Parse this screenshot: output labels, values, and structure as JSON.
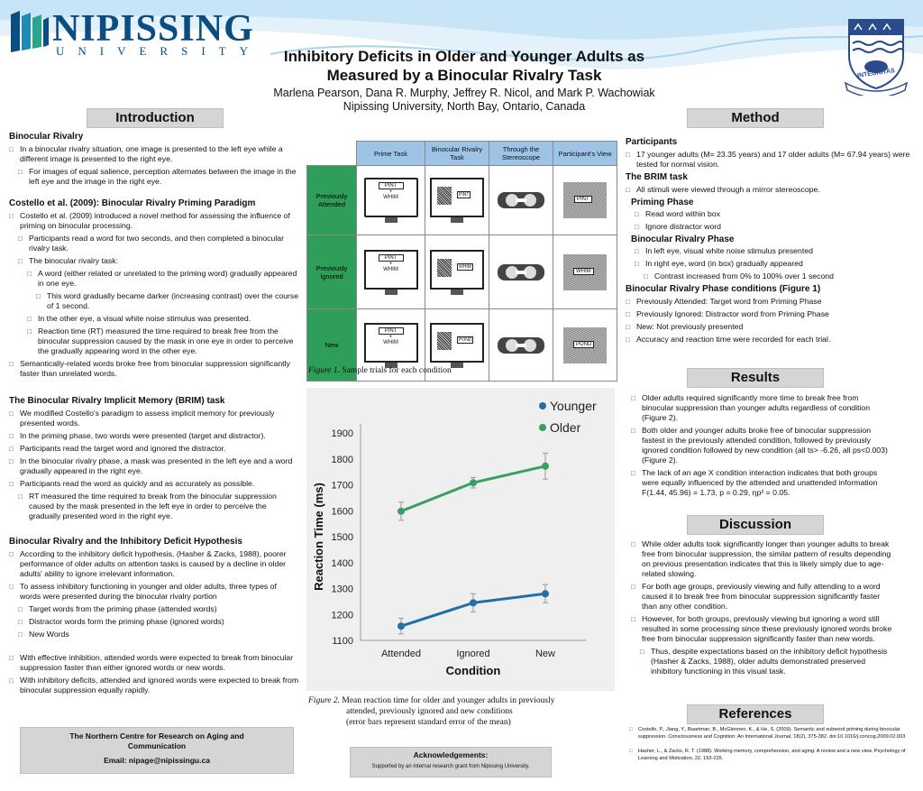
{
  "header": {
    "logo_name": "NIPISSING",
    "logo_sub": "UNIVERSITY",
    "title_line1": "Inhibitory Deficits in Older and Younger Adults as",
    "title_line2": "Measured by a Binocular Rivalry Task",
    "authors": "Marlena Pearson, Dana R. Murphy, Jeffrey R. Nicol, and Mark P. Wachowiak",
    "affiliation": "Nipissing University, North Bay, Ontario, Canada",
    "crest_motto": "INTEGRITAS"
  },
  "sections": {
    "introduction": "Introduction",
    "method": "Method",
    "results": "Results",
    "discussion": "Discussion",
    "references": "References"
  },
  "intro": {
    "h1": "Binocular Rivalry",
    "b1": "In a binocular rivalry situation, one image is presented to the left eye while a different image is presented to the right eye.",
    "b2": "For images of equal salience, perception alternates between the image in the left eye and the image in the right eye.",
    "h2": "Costello et al. (2009): Binocular Rivalry Priming Paradigm",
    "c1": "Costello et al. (2009) introduced a novel method for assessing the influence of priming on binocular processing.",
    "c2": "Participants read a word for two seconds, and then completed a binocular rivalry task.",
    "c3": "The binocular rivalry task:",
    "c4": "A word (either related or unrelated to the priming word) gradually appeared in one eye.",
    "c5": "This word gradually became darker (increasing contrast) over the course of 1 second.",
    "c6": "In the other eye, a visual white noise stimulus was presented.",
    "c7": "Reaction time (RT) measured the time required to break free from the binocular suppression caused by the mask in one eye in order to perceive the gradually appearing word in the other eye.",
    "c8": "Semantically-related words broke free from binocular suppression significantly faster than unrelated words.",
    "h3": "The Binocular Rivalry Implicit Memory (BRIM) task",
    "d1": "We modified Costello's paradigm to assess implicit memory for previously presented words.",
    "d2": "In the priming phase, two words were presented (target and distractor).",
    "d3": "Participants read the target word and ignored the distractor.",
    "d4": "In the binocular rivalry phase, a mask was presented in the left eye and a word gradually appeared in the right eye.",
    "d5": "Participants read the word as quickly and as accurately as possible.",
    "d6": "RT measured the time required to break from the binocular suppression caused by the mask presented in the left eye in order to perceive the gradually presented word in the right eye.",
    "h4": "Binocular Rivalry and the Inhibitory Deficit Hypothesis",
    "e1": "According to the inhibitory deficit hypothesis, (Hasher & Zacks, 1988), poorer performance of older adults on attention tasks is caused by a decline in older adults' ability to ignore irrelevant information.",
    "e2": "To assess inhibitory functioning in younger and older adults, three types of words were presented during the binocular rivalry portion",
    "e3": "Target words from the priming phase (attended words)",
    "e4": "Distractor words form the priming phase (ignored words)",
    "e5": "New Words",
    "e6": "With effective inhibition, attended words were expected to break from binocular suppression faster than either ignored words or new words.",
    "e7": "With inhibitory deficits, attended and ignored words were expected to break from binocular suppression equally rapidly."
  },
  "footer_left": {
    "line1": "The Northern Centre for Research on Aging and Communication",
    "email": "Email: nipage@nipissingu.ca"
  },
  "footer_mid": {
    "title": "Acknowledgements:",
    "text": "Supported by an internal research grant from Nipissing University."
  },
  "figure1": {
    "headers": [
      "Prime Task",
      "Binocular Rivalry Task",
      "Through the Stereoscope",
      "Participant's View"
    ],
    "rows": [
      {
        "label": "Previously Attended",
        "prime_top": "PINT",
        "prime_bottom": "WHIM",
        "rivalry_word": "PINT",
        "view_word": "PINT"
      },
      {
        "label": "Previously Ignored",
        "prime_top": "PINT",
        "prime_bottom": "WHIM",
        "rivalry_word": "WHIM",
        "view_word": "WHIM"
      },
      {
        "label": "New",
        "prime_top": "PINT",
        "prime_bottom": "WHIM",
        "rivalry_word": "POND",
        "view_word": "POND"
      }
    ],
    "plus": "+",
    "caption_label": "Figure 1.",
    "caption": "Sample trials for each condition"
  },
  "figure2": {
    "caption_label": "Figure 2.",
    "caption_l1": "Mean reaction time for older and younger adults in previously",
    "caption_l2": "attended, previously ignored and new conditions",
    "caption_l3": "(error bars represent standard error of the mean)"
  },
  "chart_data": {
    "type": "line",
    "categories": [
      "Attended",
      "Ignored",
      "New"
    ],
    "series": [
      {
        "name": "Younger",
        "values": [
          1155,
          1245,
          1280
        ],
        "errors": [
          30,
          35,
          35
        ],
        "color": "#1f6fa8"
      },
      {
        "name": "Older",
        "values": [
          1598,
          1708,
          1772
        ],
        "errors": [
          35,
          20,
          50
        ],
        "color": "#3a9f63"
      }
    ],
    "xlabel": "Condition",
    "ylabel": "Reaction Time (ms)",
    "ylim": [
      1100,
      1900
    ],
    "yticks": [
      "1100",
      "1200",
      "1300",
      "1400",
      "1500",
      "1600",
      "1700",
      "1800",
      "1900"
    ],
    "legend": "top-right",
    "grid": false
  },
  "method": {
    "h1": "Participants",
    "p1": "17 younger adults (M= 23.35 years) and 17 older adults (M= 67.94 years) were tested for normal vision.",
    "h2": "The BRIM task",
    "p2": "All stimuli were viewed through a mirror stereoscope.",
    "h3": "Priming Phase",
    "p3": "Read word within box",
    "p4": "Ignore distractor word",
    "h4": "Binocular Rivalry Phase",
    "p5": "In left eye, visual white noise stimulus presented",
    "p6": "In right eye, word (in box) gradually appeared",
    "p7": "Contrast increased from 0% to 100% over 1 second",
    "h5": "Binocular Rivalry Phase conditions (Figure 1)",
    "p8": "Previously Attended: Target word from Priming Phase",
    "p9": "Previously Ignored: Distractor word from Priming Phase",
    "p10": "New: Not previously presented",
    "p11": "Accuracy and reaction time were recorded for each trial."
  },
  "results": {
    "r1": "Older adults required significantly more time to break free from binocular suppression than younger adults regardless of condition (Figure 2).",
    "r2": "Both older and younger adults broke free of binocular suppression fastest in the previously attended condition, followed by previously ignored condition followed by new condition (all ts> -6.26, all ps<0.003) (Figure 2).",
    "r3": "The lack of an age X condition interaction indicates that both groups were equally influenced by the attended and unattended information F(1.44, 45.96) = 1.73, p = 0.29, ηp² = 0.05."
  },
  "discussion": {
    "d1": "While older adults took significantly longer than younger adults to break free from binocular suppression, the similar pattern of results depending on previous presentation indicates that this is likely simply due to age-related slowing.",
    "d2": "For both age groups, previously viewing and fully attending to a word caused it to break free from binocular suppression significantly faster than any other condition.",
    "d3": "However, for both groups, previously viewing but ignoring a word still resulted in some processing since these previously ignored words broke free from binocular suppression significantly faster than new words.",
    "d4": "Thus, despite expectations based on the inhibitory deficit hypothesis (Hasher & Zacks, 1988), older adults demonstrated preserved inhibitory functioning in this visual task."
  },
  "references": {
    "ref1": "Costello, P., Jiang, Y., Baartman, B., McGlennen, K., & He, S. (2009). Semantic and subword priming during binocular suppression. Consciousness and Cognition: An International Journal, 18(2), 375-382. doi:10.1016/j.concog.2009.02.003",
    "ref2": "Hasher, L., & Zacks, R. T. (1988). Working memory, comprehension, and aging: A review and a new view. Psychology of Learning and Motivation, 22, 193-225."
  }
}
